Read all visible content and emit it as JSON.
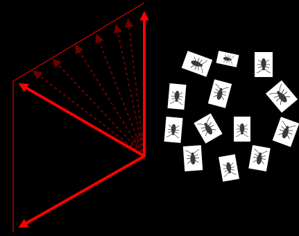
{
  "background_color": "#000000",
  "frame_color": "#e00000",
  "vector_color": "#ff0000",
  "rotation_arrow_color": "#6b0000",
  "tile_color": "#ffffff",
  "insect_color": "#3a3a3a",
  "origin_icon": "rotation-origin",
  "main_vectors": [
    "vector-up",
    "vector-up-left",
    "vector-down-left"
  ],
  "rotation_steps": 6,
  "insect_icon": "cockroach-silhouette",
  "insect_tile_count": 13
}
